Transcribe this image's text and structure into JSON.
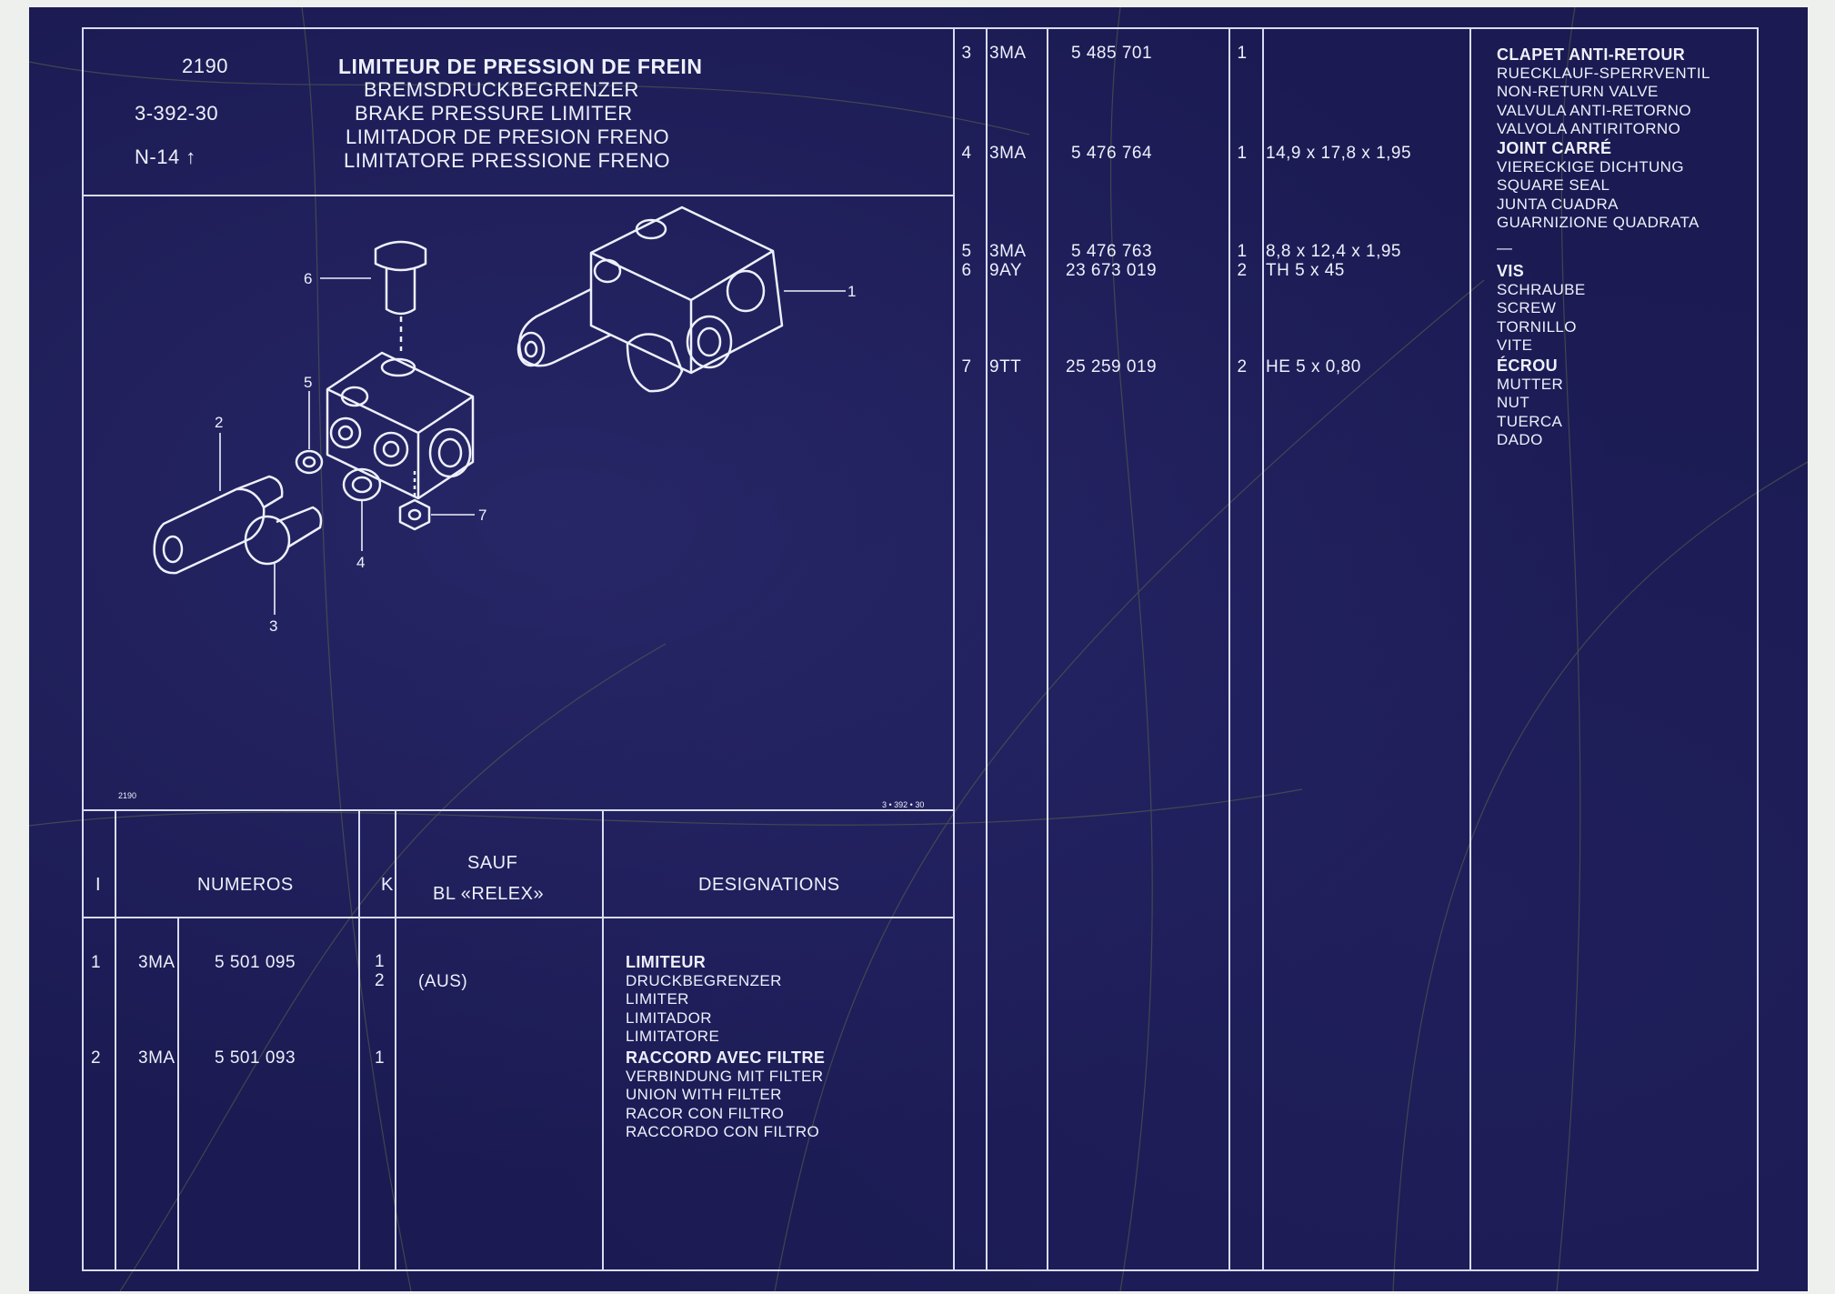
{
  "header": {
    "code": "2190",
    "ref": "3-392-30",
    "ntype": "N-14 ↑",
    "titles": [
      "LIMITEUR DE PRESSION DE FREIN",
      "BREMSDRUCKBEGRENZER",
      "BRAKE PRESSURE LIMITER",
      "LIMITADOR DE PRESION FRENO",
      "LIMITATORE PRESSIONE FRENO"
    ]
  },
  "drawing": {
    "footer_left": "2190",
    "footer_right": "3 • 392 • 30",
    "callouts": [
      "1",
      "2",
      "3",
      "4",
      "5",
      "6",
      "7"
    ]
  },
  "columns": {
    "i": "I",
    "numeros": "NUMEROS",
    "k": "K",
    "sauf_line1": "SAUF",
    "sauf_line2": "BL «RELEX»",
    "designations": "DESIGNATIONS"
  },
  "left_rows": [
    {
      "index": "1",
      "prefix": "3MA",
      "number": "5 501 095",
      "k": "1\n2",
      "sauf": "(AUS)",
      "title": "LIMITEUR",
      "lines": [
        "DRUCKBEGRENZER",
        "LIMITER",
        "LIMITADOR",
        "LIMITATORE"
      ]
    },
    {
      "index": "2",
      "prefix": "3MA",
      "number": "5 501 093",
      "k": "1",
      "sauf": "",
      "title": "RACCORD AVEC FILTRE",
      "lines": [
        "VERBINDUNG MIT FILTER",
        "UNION WITH FILTER",
        "RACOR CON FILTRO",
        "RACCORDO CON FILTRO"
      ]
    }
  ],
  "right_rows": [
    {
      "index": "3",
      "prefix": "3MA",
      "number": "5 485 701",
      "k": "1",
      "sauf": "",
      "title": "CLAPET ANTI-RETOUR",
      "lines": [
        "RUECKLAUF-SPERRVENTIL",
        "NON-RETURN VALVE",
        "VALVULA ANTI-RETORNO",
        "VALVOLA ANTIRITORNO"
      ]
    },
    {
      "index": "4",
      "prefix": "3MA",
      "number": "5 476 764",
      "k": "1",
      "sauf": "14,9 x 17,8 x 1,95",
      "title": "JOINT CARRÉ",
      "lines": [
        "VIERECKIGE DICHTUNG",
        "SQUARE SEAL",
        "JUNTA CUADRA",
        "GUARNIZIONE QUADRATA"
      ]
    },
    {
      "index": "5",
      "prefix": "3MA",
      "number": "5 476 763",
      "k": "1",
      "sauf": "8,8 x 12,4 x 1,95",
      "title": "—",
      "lines": []
    },
    {
      "index": "6",
      "prefix": "9AY",
      "number": "23 673 019",
      "k": "2",
      "sauf": "TH 5 x 45",
      "title": "VIS",
      "lines": [
        "SCHRAUBE",
        "SCREW",
        "TORNILLO",
        "VITE"
      ]
    },
    {
      "index": "7",
      "prefix": "9TT",
      "number": "25 259 019",
      "k": "2",
      "sauf": "HE 5 x 0,80",
      "title": "ÉCROU",
      "lines": [
        "MUTTER",
        "NUT",
        "TUERCA",
        "DADO"
      ]
    }
  ],
  "colors": {
    "background": "#1b1a52",
    "ink": "#eef0fb",
    "rules": "#d9dcf2"
  }
}
